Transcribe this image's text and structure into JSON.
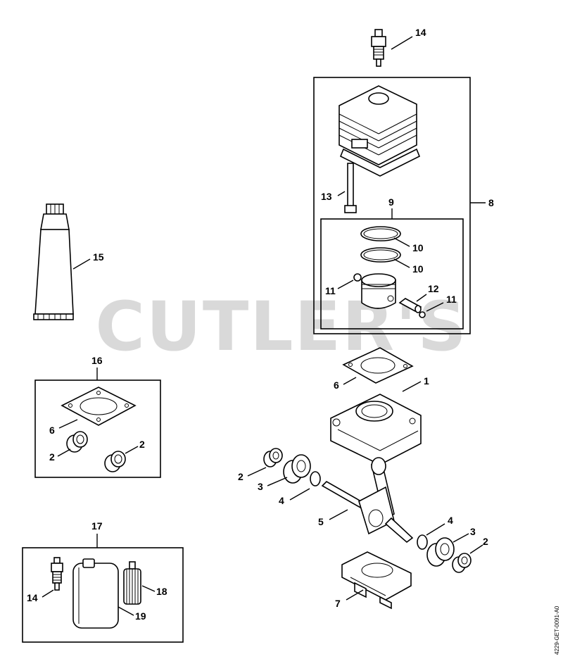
{
  "watermark": "CUTLER'S",
  "drawing_code": "4229-GET-0091-A0",
  "labels": {
    "n14a": "14",
    "n8": "8",
    "n13": "13",
    "n9": "9",
    "n10a": "10",
    "n10b": "10",
    "n11a": "11",
    "n12": "12",
    "n11b": "11",
    "n15": "15",
    "n16": "16",
    "n6a": "6",
    "n2a": "2",
    "n2b": "2",
    "n6b": "6",
    "n1": "1",
    "n2c": "2",
    "n3a": "3",
    "n4a": "4",
    "n5": "5",
    "n4b": "4",
    "n3b": "3",
    "n2d": "2",
    "n7": "7",
    "n17": "17",
    "n14b": "14",
    "n18": "18",
    "n19": "19"
  },
  "colors": {
    "ink": "#000000",
    "watermark": "#d9d9d9",
    "background": "#ffffff"
  }
}
